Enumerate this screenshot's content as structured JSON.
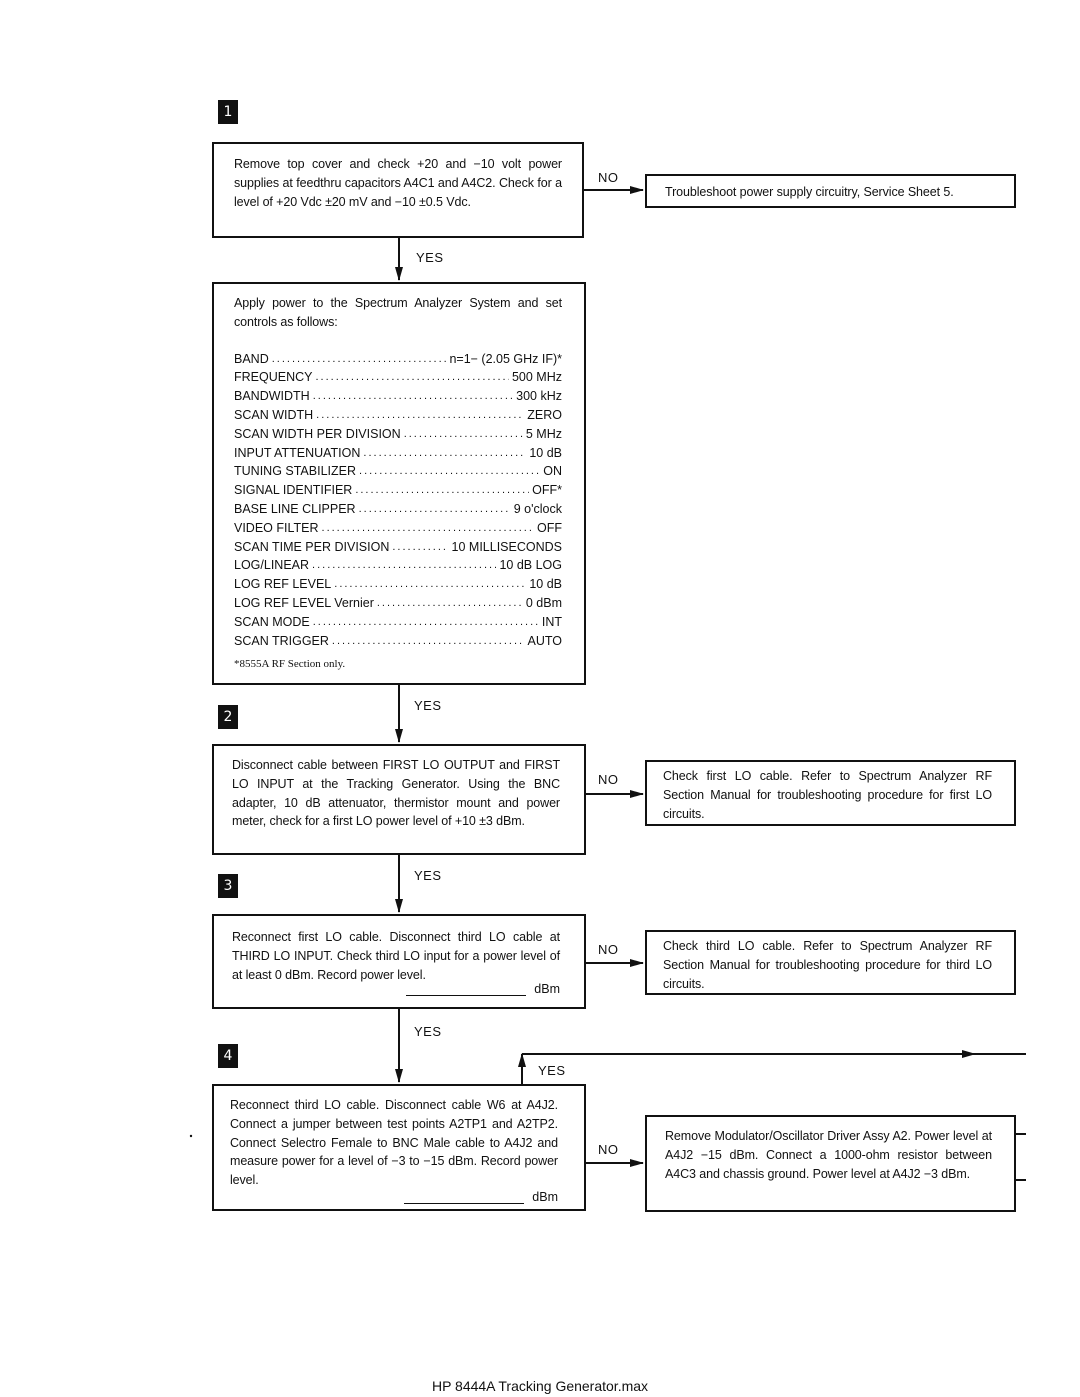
{
  "labels": {
    "yes": "YES",
    "no": "NO"
  },
  "steps": [
    "1",
    "2",
    "3",
    "4"
  ],
  "box1": {
    "text": "Remove top cover and check +20 and −10 volt power supplies at feedthru capacitors A4C1 and A4C2. Check for a level of +20 Vdc ±20 mV and −10 ±0.5 Vdc."
  },
  "box1_no": {
    "text": "Troubleshoot power supply circuitry, Service Sheet 5."
  },
  "box_setup": {
    "intro": "Apply power to the Spectrum Analyzer System and set controls as follows:",
    "controls": [
      {
        "name": "BAND",
        "value": "n=1− (2.05 GHz IF)*"
      },
      {
        "name": "FREQUENCY",
        "value": "500 MHz"
      },
      {
        "name": "BANDWIDTH",
        "value": "300 kHz"
      },
      {
        "name": "SCAN WIDTH",
        "value": "ZERO"
      },
      {
        "name": "SCAN WIDTH PER DIVISION",
        "value": "5 MHz"
      },
      {
        "name": "INPUT ATTENUATION",
        "value": "10 dB"
      },
      {
        "name": "TUNING STABILIZER",
        "value": "ON"
      },
      {
        "name": "SIGNAL IDENTIFIER",
        "value": "OFF*"
      },
      {
        "name": "BASE LINE CLIPPER",
        "value": "9 o'clock"
      },
      {
        "name": "VIDEO FILTER",
        "value": "OFF"
      },
      {
        "name": "SCAN TIME PER DIVISION",
        "value": "10 MILLISECONDS"
      },
      {
        "name": "LOG/LINEAR",
        "value": "10 dB LOG"
      },
      {
        "name": "LOG REF LEVEL",
        "value": "10 dB"
      },
      {
        "name": "LOG REF LEVEL Vernier",
        "value": "0 dBm"
      },
      {
        "name": "SCAN MODE",
        "value": "INT"
      },
      {
        "name": "SCAN TRIGGER",
        "value": "AUTO"
      }
    ],
    "footnote": "*8555A RF Section only."
  },
  "box2": {
    "text": "Disconnect cable between FIRST LO OUTPUT and FIRST LO INPUT at the Tracking Generator. Using the BNC adapter, 10 dB attenuator, thermistor mount and power meter, check for a first LO power level of +10 ±3 dBm."
  },
  "box2_no": {
    "text": "Check first LO cable. Refer to Spectrum Analyzer RF Section Manual for troubleshooting procedure for first LO circuits."
  },
  "box3": {
    "text": "Reconnect first LO cable. Disconnect third LO cable at THIRD LO INPUT. Check third LO input for a power level of at least 0 dBm. Record power level.",
    "unit": "dBm"
  },
  "box3_no": {
    "text": "Check third LO cable. Refer to Spectrum Analyzer RF Section Manual for troubleshooting procedure for third LO circuits."
  },
  "box4": {
    "text": "Reconnect third LO cable. Disconnect cable W6 at A4J2. Connect a jumper between test points A2TP1 and A2TP2. Connect Selectro Female to BNC Male cable to A4J2 and measure power for a level of −3 to −15 dBm. Record power level.",
    "unit": "dBm"
  },
  "box4_no": {
    "text": "Remove Modulator/Oscillator Driver Assy A2. Power level at A4J2 −15 dBm. Connect a 1000-ohm resistor between A4C3 and chassis ground. Power level at A4J2 −3 dBm."
  },
  "footer": "HP 8444A Tracking Generator.max"
}
